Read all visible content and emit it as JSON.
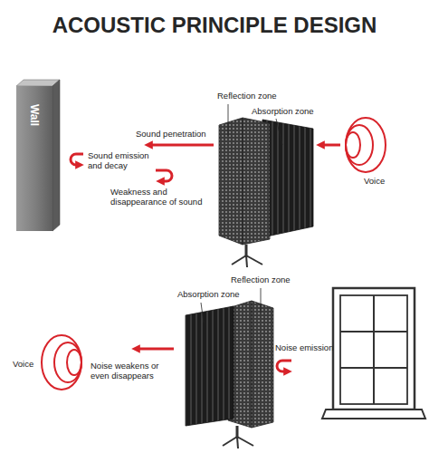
{
  "diagram": {
    "title": "ACOUSTIC PRINCIPLE DESIGN",
    "nodes": [
      {
        "text": [
          "Wall"
        ]
      }
    ],
    "labels": [
      "Reflection zone",
      "Absorption zone",
      "Sound penetration",
      "Sound emission and decay",
      "Weakness and disappearance of sound",
      "Voice",
      "Absorption zone",
      "Reflection zone",
      "Noise emission",
      "Voice",
      "Noise weakens or even disappears"
    ]
  }
}
